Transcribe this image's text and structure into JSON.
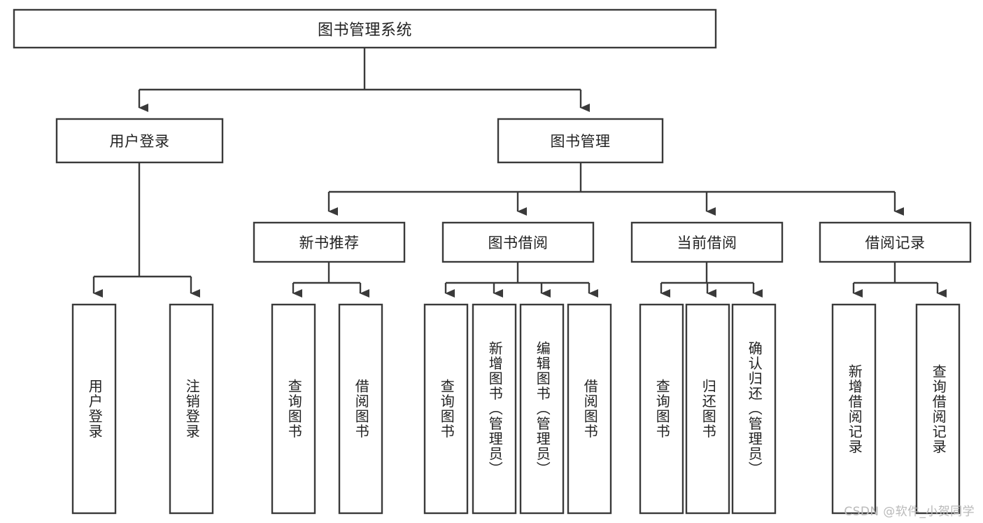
{
  "diagram": {
    "title": "图书管理系统",
    "type": "tree-hierarchy",
    "orientation": "top-down",
    "stroke_color": "#3a3a3a",
    "fill_color": "#ffffff",
    "text_color": "#222222",
    "watermark": "CSDN @软件_小贺同学"
  },
  "nodes": {
    "root": {
      "label": "图书管理系统",
      "level": 1
    },
    "level2": [
      {
        "id": "user-login",
        "label": "用户登录"
      },
      {
        "id": "book-manage",
        "label": "图书管理"
      }
    ],
    "level3": [
      {
        "id": "new-book-recommend",
        "label": "新书推荐"
      },
      {
        "id": "book-borrow",
        "label": "图书借阅"
      },
      {
        "id": "current-borrow",
        "label": "当前借阅"
      },
      {
        "id": "borrow-record",
        "label": "借阅记录"
      }
    ],
    "level4": {
      "user_login": [
        {
          "id": "leaf-user-login",
          "label": "用户登录"
        },
        {
          "id": "leaf-logout-login",
          "label": "注销登录"
        }
      ],
      "new_book_recommend": [
        {
          "id": "leaf-query-book-1",
          "label": "查询图书"
        },
        {
          "id": "leaf-borrow-book-1",
          "label": "借阅图书"
        }
      ],
      "book_borrow": [
        {
          "id": "leaf-query-book-2",
          "label": "查询图书"
        },
        {
          "id": "leaf-add-book",
          "label": "新增图书（管理员）"
        },
        {
          "id": "leaf-edit-book",
          "label": "编辑图书（管理员）"
        },
        {
          "id": "leaf-borrow-book-2",
          "label": "借阅图书"
        }
      ],
      "current_borrow": [
        {
          "id": "leaf-query-book-3",
          "label": "查询图书"
        },
        {
          "id": "leaf-return-book",
          "label": "归还图书"
        },
        {
          "id": "leaf-confirm-return",
          "label": "确认归还（管理员）"
        }
      ],
      "borrow_record": [
        {
          "id": "leaf-add-record",
          "label": "新增借阅记录"
        },
        {
          "id": "leaf-query-record",
          "label": "查询借阅记录"
        }
      ]
    }
  }
}
